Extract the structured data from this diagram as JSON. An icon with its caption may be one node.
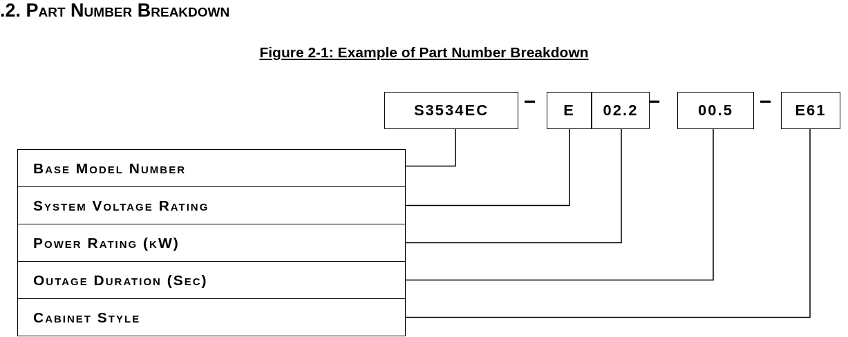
{
  "diagram": {
    "title": ".2. Part Number Breakdown",
    "caption": "Figure 2-1: Example of Part Number Breakdown",
    "nodes": [
      {
        "text": [
          "S3534EC"
        ]
      },
      {
        "text": [
          "E"
        ]
      },
      {
        "text": [
          "02.2"
        ]
      },
      {
        "text": [
          "00.5"
        ]
      },
      {
        "text": [
          "E61"
        ]
      },
      {
        "text": [
          "Base Model Number"
        ]
      },
      {
        "text": [
          "System Voltage Rating"
        ]
      },
      {
        "text": [
          "Power Rating (kW)"
        ]
      },
      {
        "text": [
          "Outage Duration (Sec)"
        ]
      },
      {
        "text": [
          "Cabinet Style"
        ]
      }
    ],
    "edges": [
      {
        "from": 5,
        "to": 0,
        "arrow": "none"
      },
      {
        "from": 6,
        "to": 1,
        "arrow": "none"
      },
      {
        "from": 7,
        "to": 2,
        "arrow": "none"
      },
      {
        "from": 8,
        "to": 3,
        "arrow": "none"
      },
      {
        "from": 9,
        "to": 4,
        "arrow": "none"
      }
    ],
    "labels": [
      "−",
      "−",
      "−"
    ]
  }
}
